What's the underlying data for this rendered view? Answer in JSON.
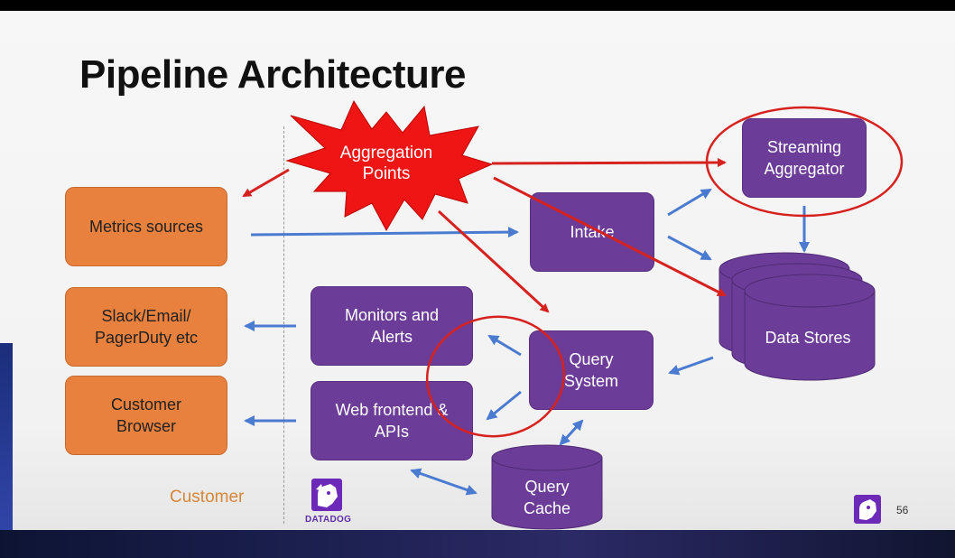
{
  "slide": {
    "title": "Pipeline Architecture",
    "page_number": "56",
    "customer_label": "Customer",
    "logo_text": "DATADOG"
  },
  "aggregation": {
    "label": "Aggregation\nPoints"
  },
  "boxes": {
    "metrics_sources": "Metrics sources",
    "slack_email": "Slack/Email/\nPagerDuty etc",
    "customer_browser": "Customer\nBrowser",
    "monitors_alerts": "Monitors and\nAlerts",
    "web_frontend": "Web frontend &\nAPIs",
    "query_cache": "Query\nCache",
    "query_system": "Query\nSystem",
    "intake": "Intake",
    "streaming_aggregator": "Streaming\nAggregator",
    "data_stores": "Data Stores"
  },
  "colors": {
    "orange_box": "#e8803e",
    "purple_box": "#6c3d98",
    "red_arrow": "#d6221f",
    "blue_arrow": "#4a7bd0",
    "burst": "#f01515"
  },
  "icons": [
    "datadog-dog-icon"
  ]
}
